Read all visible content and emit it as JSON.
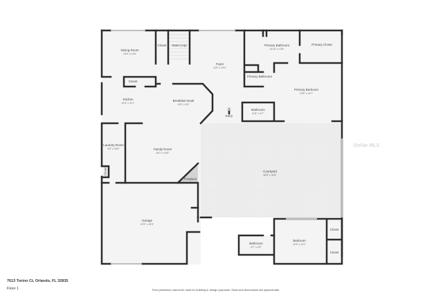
{
  "plan": {
    "rooms": [
      {
        "name": "Dining Room",
        "dims": "13'4\" x 11'5\""
      },
      {
        "name": "Closet",
        "dims": ""
      },
      {
        "name": "Stairs (Up)",
        "dims": ""
      },
      {
        "name": "Foyer",
        "dims": "12'5\" x 19'4\""
      },
      {
        "name": "Primary Bathroom",
        "dims": "14'10\" x 13'9\""
      },
      {
        "name": "Primary Closet",
        "dims": ""
      },
      {
        "name": "Primary Bathroom",
        "dims": ""
      },
      {
        "name": "Primary Bedroom",
        "dims": "19'5\" x 14'7\""
      },
      {
        "name": "Closet",
        "dims": ""
      },
      {
        "name": "Kitchen",
        "dims": "13'4\" x 11'1\""
      },
      {
        "name": "Breakfast Nook",
        "dims": "14'0\" x 9'4\""
      },
      {
        "name": "Bathroom",
        "dims": "6'11\" x 4'7\""
      },
      {
        "name": "Entry",
        "dims": ""
      },
      {
        "name": "Laundry Room",
        "dims": "5'9\" x 15'0\""
      },
      {
        "name": "Family Room",
        "dims": "18'1\" x 15'0\""
      },
      {
        "name": "Closet",
        "dims": ""
      },
      {
        "name": "Fireplace",
        "dims": ""
      },
      {
        "name": "Courtyard",
        "dims": "30'8\" x 31'8\""
      },
      {
        "name": "Garage",
        "dims": "24'3\" x 19'9\""
      },
      {
        "name": "Bathroom",
        "dims": "8'7\" x 4'9\""
      },
      {
        "name": "Bedroom",
        "dims": "12'9\" x 11'1\""
      },
      {
        "name": "Closet",
        "dims": ""
      },
      {
        "name": "Closet",
        "dims": ""
      }
    ]
  },
  "footer": {
    "address": "7613 Torino Ct, Orlando, FL 32835",
    "floor": "Floor 1",
    "disclaimer": "Floor plans/tour cannot be used for building or design purposes. Sizes and dimensions are approximate."
  },
  "watermark": "Stellar MLS",
  "colors": {
    "wall": "#2b2b2b",
    "floor": "#f4f4f4",
    "courtyard": "#ececec",
    "fireplace": "#cfcfcf"
  }
}
